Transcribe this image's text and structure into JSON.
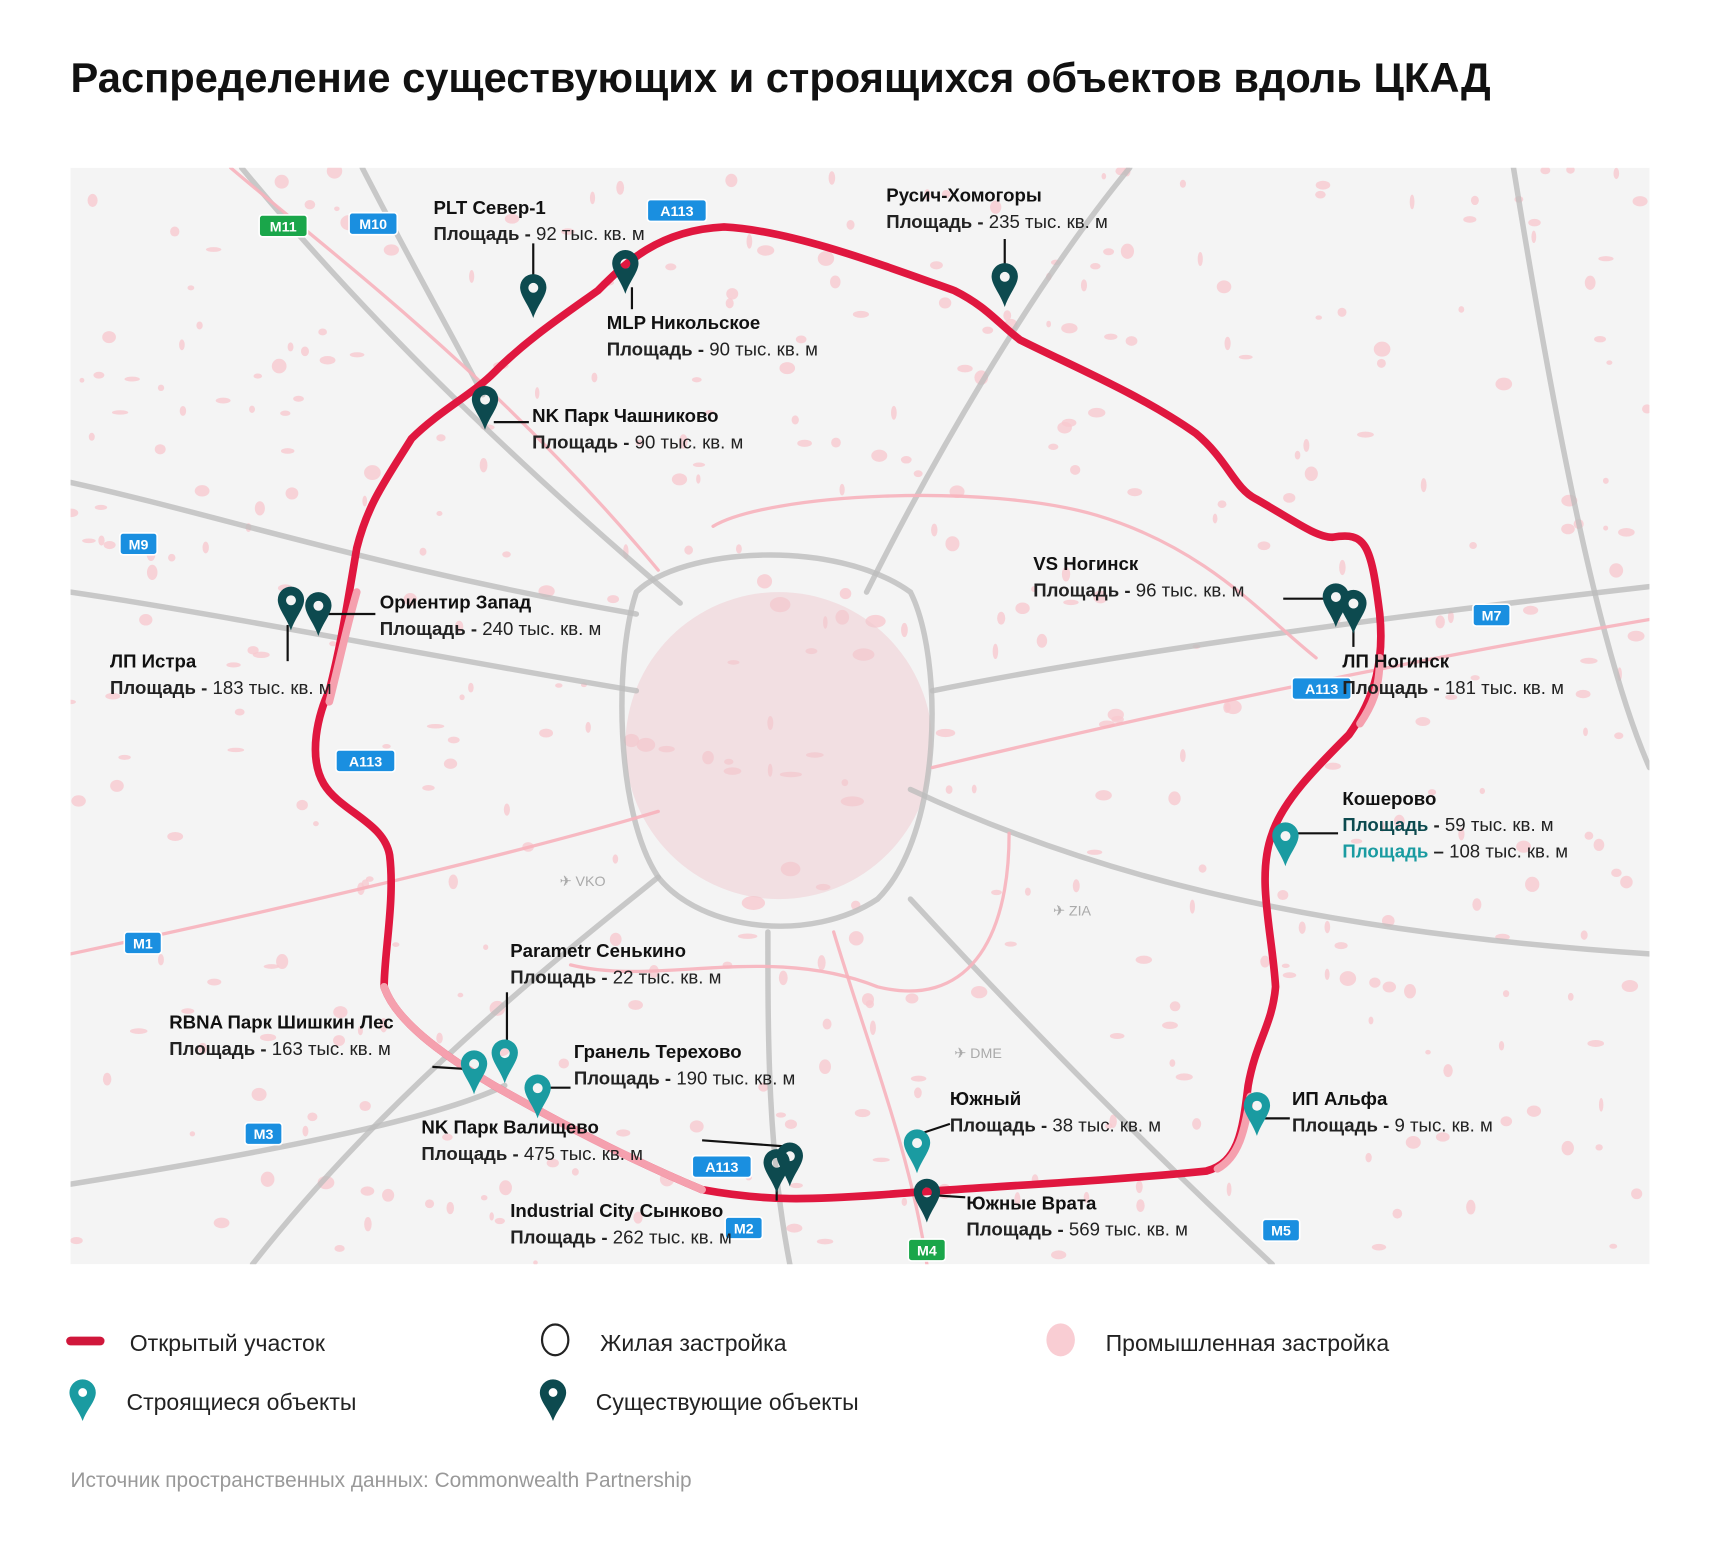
{
  "title": "Распределение существующих и строящихся объектов вдоль ЦКАД",
  "colors": {
    "ring": "#e0173f",
    "ring_light": "#f5a0ae",
    "existing": "#0d4a4f",
    "construction": "#1a9ba1",
    "industrial": "#f7c9d0",
    "road": "#bdbdbd",
    "shield_blue": "#1a8fe0",
    "shield_green": "#1aa64a"
  },
  "markers": [
    {
      "name": "PLT Север-1",
      "type": "existing",
      "areas": [
        {
          "label": "Площадь",
          "sep": " - ",
          "value": "92 тыс. кв. м"
        }
      ]
    },
    {
      "name": "MLP Никольское",
      "type": "existing",
      "areas": [
        {
          "label": "Площадь",
          "sep": " - ",
          "value": "90 тыс. кв. м"
        }
      ]
    },
    {
      "name": "Русич-Хомогоры",
      "type": "existing",
      "areas": [
        {
          "label": "Площадь",
          "sep": " - ",
          "value": "235 тыс. кв. м"
        }
      ]
    },
    {
      "name": "NK Парк Чашниково",
      "type": "existing",
      "areas": [
        {
          "label": "Площадь",
          "sep": " - ",
          "value": "90 тыс. кв. м"
        }
      ]
    },
    {
      "name": "Ориентир Запад",
      "type": "existing",
      "areas": [
        {
          "label": "Площадь",
          "sep": " - ",
          "value": "240 тыс. кв. м"
        }
      ]
    },
    {
      "name": "ЛП Истра",
      "type": "existing",
      "areas": [
        {
          "label": "Площадь",
          "sep": " - ",
          "value": "183 тыс. кв. м"
        }
      ]
    },
    {
      "name": "VS Ногинск",
      "type": "existing",
      "areas": [
        {
          "label": "Площадь",
          "sep": " - ",
          "value": "96 тыс. кв. м"
        }
      ]
    },
    {
      "name": "ЛП Ногинск",
      "type": "existing",
      "areas": [
        {
          "label": "Площадь",
          "sep": " - ",
          "value": "181 тыс. кв. м"
        }
      ]
    },
    {
      "name": "Кошерово",
      "type": "construction",
      "areas": [
        {
          "label": "Площадь",
          "sep": " - ",
          "value": "59 тыс. кв. м",
          "tone": "existing"
        },
        {
          "label": "Площадь",
          "sep": " – ",
          "value": "108 тыс. кв. м",
          "tone": "construction"
        }
      ]
    },
    {
      "name": "Parametr Сенькино",
      "type": "construction",
      "areas": [
        {
          "label": "Площадь",
          "sep": " - ",
          "value": "22 тыс. кв. м"
        }
      ]
    },
    {
      "name": "RBNA Парк Шишкин Лес",
      "type": "construction",
      "areas": [
        {
          "label": "Площадь",
          "sep": " - ",
          "value": "163 тыс. кв. м"
        }
      ]
    },
    {
      "name": "Гранель Терехово",
      "type": "construction",
      "areas": [
        {
          "label": "Площадь",
          "sep": " - ",
          "value": "190 тыс. кв. м"
        }
      ]
    },
    {
      "name": "NK Парк Валищево",
      "type": "existing",
      "areas": [
        {
          "label": "Площадь",
          "sep": " - ",
          "value": "475 тыс. кв. м"
        }
      ]
    },
    {
      "name": "Industrial City Сынково",
      "type": "existing",
      "areas": [
        {
          "label": "Площадь",
          "sep": " - ",
          "value": "262 тыс. кв. м"
        }
      ]
    },
    {
      "name": "Южный",
      "type": "construction",
      "areas": [
        {
          "label": "Площадь",
          "sep": " - ",
          "value": "38 тыс. кв. м"
        }
      ]
    },
    {
      "name": "Южные Врата",
      "type": "existing",
      "areas": [
        {
          "label": "Площадь",
          "sep": " - ",
          "value": "569 тыс. кв. м"
        }
      ]
    },
    {
      "name": "ИП Альфа",
      "type": "construction",
      "areas": [
        {
          "label": "Площадь",
          "sep": " - ",
          "value": "9 тыс. кв. м"
        }
      ]
    }
  ],
  "shields": [
    {
      "text": "M11",
      "color": "green"
    },
    {
      "text": "M10",
      "color": "blue"
    },
    {
      "text": "A113",
      "color": "blue"
    },
    {
      "text": "M9",
      "color": "blue"
    },
    {
      "text": "M7",
      "color": "blue"
    },
    {
      "text": "A113",
      "color": "blue"
    },
    {
      "text": "A113",
      "color": "blue"
    },
    {
      "text": "M1",
      "color": "blue"
    },
    {
      "text": "M3",
      "color": "blue"
    },
    {
      "text": "A113",
      "color": "blue"
    },
    {
      "text": "M2",
      "color": "blue"
    },
    {
      "text": "M4",
      "color": "green"
    },
    {
      "text": "M5",
      "color": "blue"
    }
  ],
  "airports": [
    "VKO",
    "ZIA",
    "DME"
  ],
  "legend": {
    "open_section": "Открытый участок",
    "residential": "Жилая застройка",
    "industrial": "Промышленная застройка",
    "construction": "Строящиеся объекты",
    "existing": "Существующие объекты"
  },
  "source": "Источник пространственных данных: Commonwealth Partnership"
}
